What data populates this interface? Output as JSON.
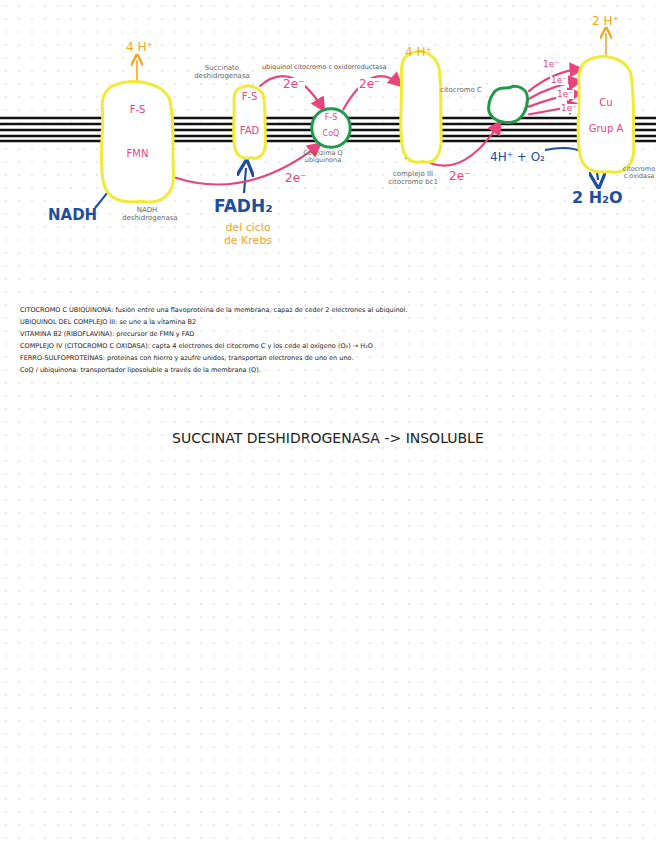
{
  "diagram": {
    "nodes": [
      {
        "text": [
          "F-S",
          "FMN"
        ]
      },
      {
        "text": [
          "F-S",
          "FAD"
        ]
      },
      {
        "text": [
          "F-S",
          "CoQ"
        ]
      },
      {
        "text": [
          "complejo III citocromo bc1"
        ]
      },
      {
        "text": [
          "citocromo C"
        ]
      },
      {
        "text": [
          "Cu",
          "Grup A"
        ]
      }
    ],
    "edges": [
      {
        "from": 0,
        "to": 2,
        "arrow": "to",
        "label": "2e⁻"
      },
      {
        "from": 1,
        "to": 2,
        "arrow": "to",
        "label": "2e⁻"
      },
      {
        "from": 2,
        "to": 3,
        "arrow": "to",
        "label": "2e⁻"
      },
      {
        "from": 3,
        "to": 4,
        "arrow": "to",
        "label": "2e⁻"
      },
      {
        "from": 4,
        "to": 5,
        "arrow": "to",
        "label": "1e⁻"
      },
      {
        "from": 4,
        "to": 5,
        "arrow": "to",
        "label": "1e⁻"
      },
      {
        "from": 4,
        "to": 5,
        "arrow": "to",
        "label": "1e⁻"
      },
      {
        "from": 4,
        "to": 5,
        "arrow": "to",
        "label": "1e⁻"
      }
    ],
    "labels": [
      "4 H⁺",
      "NADH",
      "NADH deshidrogenasa",
      "Succinato deshidrogenasa",
      "FADH₂",
      "del ciclo de Krebs",
      "ubiquinol citocromo c oxidorreductasa",
      "Coenzima Q ubiquinona",
      "4 H⁺",
      "2 H⁺",
      "4H⁺ + O₂",
      "2 H₂O",
      "citocromo c oxidasa",
      "CITOCROMO C UBIQUINONA: fusión entre una flavoproteína de la membrana, capaz de ceder 2 electrones al ubiquinol.",
      "UBIQUINOL DEL COMPLEJO III: se une a la vitamina B2",
      "VITAMINA B2 (RIBOFLAVINA): precursor de FMN y FAD",
      "COMPLEJO IV (CITOCROMO C OXIDASA): capta 4 electrones del citocromo C y los cede al oxígeno (O₂) → H₂O",
      "FERRO-SULFOPROTEÍNAS: proteínas con hierro y azufre unidos, transportan electrones de uno en uno.",
      "CoQ / ubiquinona: transportador liposoluble a través de la membrana (Q).",
      "SUCCINAT DESHIDROGENASA -> INSOLUBLE"
    ]
  }
}
